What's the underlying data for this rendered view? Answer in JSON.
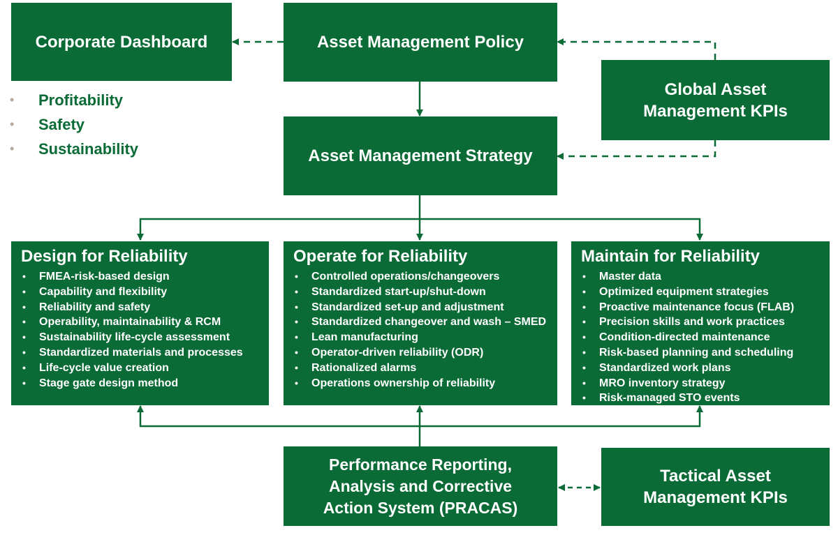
{
  "boxes": {
    "corporate_dashboard": "Corporate Dashboard",
    "policy": "Asset Management Policy",
    "global_kpis": "Global Asset Management KPIs",
    "strategy": "Asset Management Strategy",
    "pracas": "Performance Reporting, Analysis and Corrective Action System (PRACAS)",
    "tactical_kpis": "Tactical Asset Management KPIs"
  },
  "dashboard_bullets": [
    "Profitability",
    "Safety",
    "Sustainability"
  ],
  "columns": [
    {
      "title": "Design for Reliability",
      "items": [
        "FMEA-risk-based design",
        "Capability and flexibility",
        "Reliability and safety",
        "Operability, maintainability & RCM",
        "Sustainability life-cycle assessment",
        "Standardized materials and processes",
        "Life-cycle value creation",
        "Stage gate design method"
      ]
    },
    {
      "title": "Operate for Reliability",
      "items": [
        "Controlled operations/changeovers",
        "Standardized start-up/shut-down",
        "Standardized set-up and adjustment",
        "Standardized changeover and wash – SMED",
        "Lean manufacturing",
        "Operator-driven reliability (ODR)",
        "Rationalized alarms",
        "Operations ownership of reliability"
      ]
    },
    {
      "title": "Maintain for Reliability",
      "items": [
        "Master data",
        "Optimized equipment strategies",
        "Proactive maintenance focus (FLAB)",
        "Precision skills and work practices",
        "Condition-directed maintenance",
        "Risk-based planning and scheduling",
        "Standardized work plans",
        "MRO inventory strategy",
        "Risk-managed STO events"
      ]
    }
  ],
  "colors": {
    "box_fill": "#0b6b36",
    "box_text": "#ffffff",
    "bullet_text": "#0b6b36",
    "bullet_marker": "#b5a99a",
    "connector": "#0b6b36"
  }
}
